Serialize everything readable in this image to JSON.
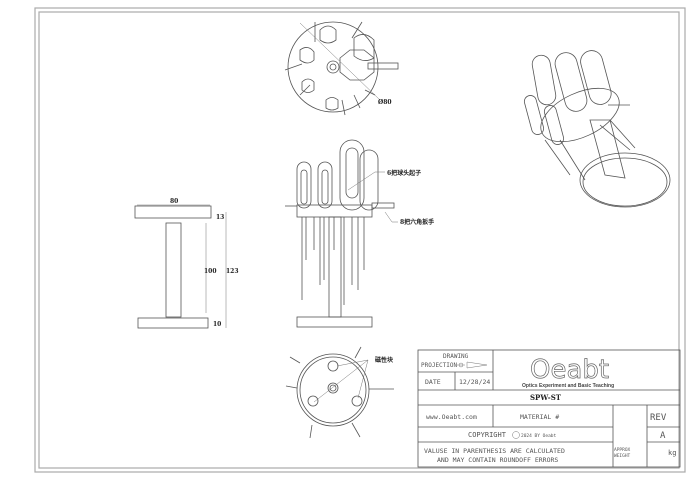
{
  "top_view": {
    "diameter_label": "Ø80"
  },
  "front_view": {
    "label_screwdrivers": "6把球头起子",
    "label_hex_keys": "8把六角扳手"
  },
  "bottom_view": {
    "label_magnet": "磁性块"
  },
  "side_view": {
    "dim_width": "80",
    "dim_top": "13",
    "dim_column": "100",
    "dim_total": "123",
    "dim_base": "10"
  },
  "title_block": {
    "drawing_label": "DRAWING",
    "projection_label": "PROJECTION",
    "date_label": "DATE",
    "date_value": "12/28/24",
    "logo_text": "Oeabt",
    "logo_tagline": "Optics Experiment and Basic Teaching",
    "part_number": "SPW-ST",
    "website": "www.Oeabt.com",
    "material_label": "MATERIAL #",
    "rev_label": "REV",
    "rev_value": "A",
    "copyright": "COPYRIGHT",
    "copyright_year": "2024 BY Oeabt",
    "note_line1": "VALUSE IN PARENTHESIS ARE CALCULATED",
    "note_line2": "AND MAY CONTAIN ROUNDOFF ERRORS",
    "weight_label1": "APPROX",
    "weight_label2": "WEIGHT",
    "weight_unit": "kg"
  }
}
